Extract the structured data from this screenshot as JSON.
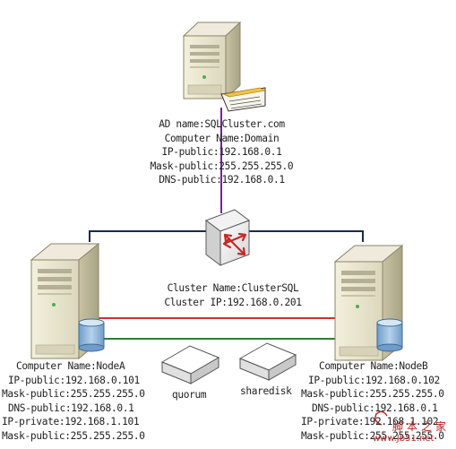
{
  "domain_server": {
    "lines": [
      "AD name:SQLCluster.com",
      "Computer Name:Domain",
      "IP-public:192.168.0.1",
      "Mask-public:255.255.255.0",
      "DNS-public:192.168.0.1"
    ]
  },
  "cluster": {
    "lines": [
      "Cluster Name:ClusterSQL",
      "Cluster IP:192.168.0.201"
    ]
  },
  "node_a": {
    "lines": [
      "Computer Name:NodeA",
      "IP-public:192.168.0.101",
      "Mask-public:255.255.255.0",
      "DNS-public:192.168.0.1",
      "IP-private:192.168.1.101",
      "Mask-public:255.255.255.0"
    ]
  },
  "node_b": {
    "lines": [
      "Computer Name:NodeB",
      "IP-public:192.168.0.102",
      "Mask-public:255.255.255.0",
      "DNS-public:192.168.0.1",
      "IP-private:192.168.1.102",
      "Mask-public:255.255.255.0"
    ]
  },
  "disks": {
    "quorum_label": "quorum",
    "sharedisk_label": "sharedisk"
  },
  "watermark": {
    "chinese": "脚本之家",
    "url": "www.Jb51.net"
  },
  "colors": {
    "network_line": "#1a2a4a",
    "purple_link": "#7b1fa2",
    "red_heartbeat": "#d32f2f",
    "green_link": "#2e7d32",
    "server_body": "#e8e4cf",
    "server_shadow": "#b5b095",
    "disk_blue": "#8fb4d8",
    "switch_red": "#c62828"
  },
  "icons": {
    "domain_server": "tower-server-icon",
    "node_a": "tower-server-icon",
    "node_b": "tower-server-icon",
    "switch": "network-switch-icon",
    "quorum": "disk-drive-icon",
    "sharedisk": "disk-drive-icon",
    "keyboard": "keyboard-icon"
  }
}
